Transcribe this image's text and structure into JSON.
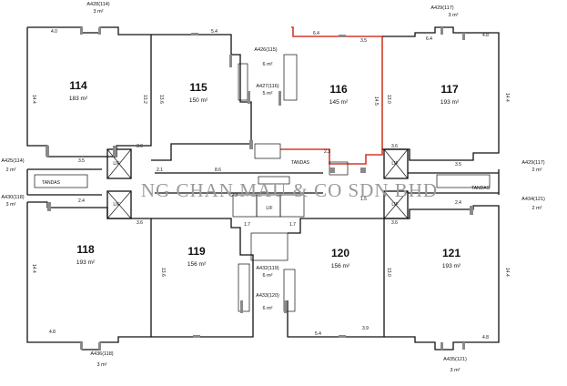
{
  "units": [
    {
      "id": "114",
      "label": "114",
      "area": "183 m²"
    },
    {
      "id": "115",
      "label": "115",
      "area": "150 m²"
    },
    {
      "id": "116",
      "label": "116",
      "area": "145 m²"
    },
    {
      "id": "117",
      "label": "117",
      "area": "193 m²"
    },
    {
      "id": "118",
      "label": "118",
      "area": "193 m²"
    },
    {
      "id": "119",
      "label": "119",
      "area": "156 m²"
    },
    {
      "id": "120",
      "label": "120",
      "area": "156 m²"
    },
    {
      "id": "121",
      "label": "121",
      "area": "193 m²"
    }
  ],
  "accessories": [
    {
      "id": "a428",
      "code": "A428(114)",
      "area": "3 m²"
    },
    {
      "id": "a429",
      "code": "A429(117)",
      "area": "3 m²"
    },
    {
      "id": "a426",
      "code": "A426(115)",
      "area": "6 m²"
    },
    {
      "id": "a427",
      "code": "A427(116)",
      "area": "5 m²"
    },
    {
      "id": "a425",
      "code": "A425(114)",
      "area": "2 m²"
    },
    {
      "id": "a430",
      "code": "A430(118)",
      "area": "3 m²"
    },
    {
      "id": "a429r",
      "code": "A429(117)",
      "area": "2 m²"
    },
    {
      "id": "a434",
      "code": "A434(121)",
      "area": "2 m²"
    },
    {
      "id": "a432",
      "code": "A432(119)",
      "area": "6 m²"
    },
    {
      "id": "a433",
      "code": "A433(120)",
      "area": "6 m²"
    },
    {
      "id": "a436",
      "code": "A436(118)",
      "area": "3 m²"
    },
    {
      "id": "a435",
      "code": "A435(121)",
      "area": "3 m²"
    }
  ],
  "labels": {
    "tandas_left": "TANDAS",
    "tandas_mid": "TANDAS",
    "tandas_right": "TANDAS",
    "lif": "LIF",
    "watermark": "NG CHAN MAU & CO SDN BHD"
  },
  "dimensions": {
    "d114_top": "4.0",
    "d114_side": "14.4",
    "d114_inner": "13.2",
    "d115_top": "5.4",
    "d115_side": "13.6",
    "d116_top": "6.4",
    "d116_side": "13.0",
    "d116_side2": "14.5",
    "d117_top": "6.4",
    "d117_side": "14.4",
    "d118_side": "14.4",
    "d118_bot": "4.8",
    "d119_side": "13.6",
    "d120_side": "13.0",
    "d120_bot": "5.4",
    "d121_side": "14.4",
    "d121_bot": "4.8",
    "d_mid": "3.6",
    "d_a": "2.4",
    "d_b": "3.5",
    "d_c": "3.9",
    "d_d": "2.3",
    "d_e": "1.7",
    "d_f": "2.1",
    "d_g": "8.6",
    "d_h": "1.5"
  }
}
